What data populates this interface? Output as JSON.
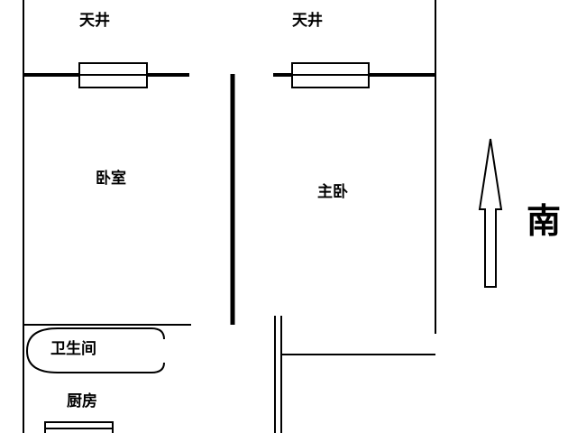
{
  "rooms": {
    "courtyard_left": "天井",
    "courtyard_right": "天井",
    "bedroom": "卧室",
    "master_bedroom": "主卧",
    "bathroom": "卫生间",
    "kitchen": "厨房"
  },
  "compass": {
    "direction": "南",
    "arrow_icon": "north-arrow-icon"
  },
  "colors": {
    "line": "#000000",
    "background": "#ffffff"
  }
}
